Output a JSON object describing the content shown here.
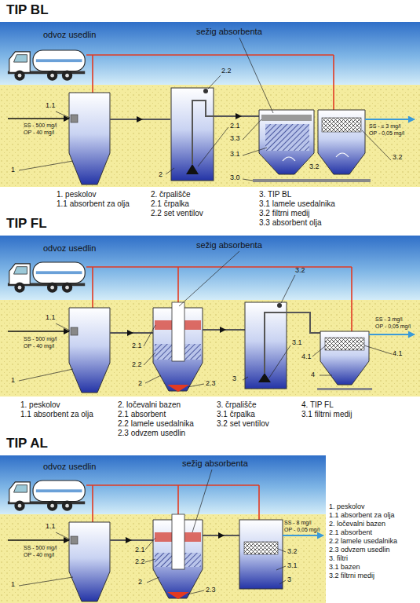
{
  "diagram": {
    "nodes": [
      {
        "text": [
          "TIP BL"
        ]
      },
      {
        "text": [
          "TIP FL"
        ]
      },
      {
        "text": [
          "TIP AL"
        ]
      }
    ],
    "labels": [
      "odvoz usedlin",
      "sežig absorbenta",
      "2.2",
      "SS - 500 mg/l",
      "OP - 40 mg/l",
      "1.1",
      "2.1",
      "3.3",
      "3.1",
      "3.0",
      "1",
      "2",
      "3.2",
      "3.2",
      "SS - ≤ 3 mg/l",
      "OP - 0,05 mg/l",
      "1. peskolov",
      "1.1 absorbent za olja",
      "2. črpališče",
      "2.1 črpalka",
      "2.2 set ventilov",
      "3. TIP BL",
      "3.1 lamele usedalnika",
      "3.2 filtrni medij",
      "3.3 absorbent olja",
      "odvoz usedlin",
      "sežig absorbenta",
      "3.2",
      "SS - 500 mg/l",
      "OP - 40 mg/l",
      "1.1",
      "2.1",
      "2.2",
      "2.3",
      "2",
      "1",
      "3.1",
      "3",
      "4.1",
      "4",
      "4.1",
      "SS - 3 mg/l",
      "OP - 0,05 mg/l",
      "1. peskolov",
      "1.1 absorbent za olja",
      "2. ločevalni bazen",
      "2.1 absorbent",
      "2.2 lamele usedalnika",
      "2.3 odvzem usedlin",
      "3. črpališče",
      "3.1 črpalka",
      "3.2 set ventilov",
      "4. TIP FL",
      "3.1 filtrni medij",
      "odvoz usedlin",
      "sežig absorbenta",
      "SS - 500 mg/l",
      "OP - 40 mg/l",
      "1.1",
      "1",
      "2.1",
      "2.2",
      "2",
      "2.3",
      "3.1",
      "3.2",
      "3",
      "SS - 8 mg/l",
      "OP - 0,05 mg/l",
      "1. peskolov",
      "1.1 absorbent za olja",
      "2. ločevalni bazen",
      "2.1 absorbent",
      "2.2 lamele usedalnika",
      "2.3 odvzem usedlin",
      "3. filtri",
      "3.1 bazen",
      "3.2 filtrni medij"
    ]
  }
}
